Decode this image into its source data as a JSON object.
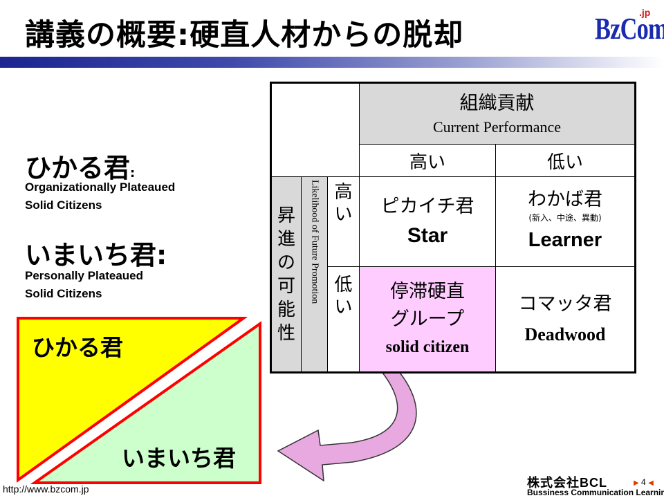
{
  "title": "講義の概要:硬直人材からの脱却",
  "logo": {
    "main": "BzCom",
    "suffix": ".jp"
  },
  "left": {
    "hikaru_title": "ひかる君",
    "hikaru_colon": ":",
    "hikaru_line1": "Organizationally Plateaued",
    "hikaru_line2": "Solid Citizens",
    "imaichi_title": "いまいち君:",
    "imaichi_line1": "Personally Plateaued",
    "imaichi_line2": "Solid Citizens"
  },
  "triangle": {
    "top_label": "ひかる君",
    "bottom_label": "いまいち君",
    "colors": {
      "top": "#ffff00",
      "bottom": "#ccffcc",
      "border": "#ff0000"
    }
  },
  "matrix": {
    "col_header_jp": "組織貢献",
    "col_header_en": "Current Performance",
    "col_high": "高い",
    "col_low": "低い",
    "row_header_jp": [
      "昇",
      "進",
      "の",
      "可",
      "能",
      "性"
    ],
    "row_header_en": "Likelihood of Future Promotion",
    "row_high": [
      "高",
      "い"
    ],
    "row_low": [
      "低",
      "い"
    ],
    "cells": {
      "hh_jp": "ピカイチ君",
      "hh_en": "Star",
      "hl_jp": "わかば君",
      "hl_note": "(新入、中途、異動)",
      "hl_en": "Learner",
      "lh_jp1": "停滞硬直",
      "lh_jp2": "グループ",
      "lh_en": "solid citizen",
      "ll_jp": "コマッタ君",
      "ll_en": "Deadwood"
    },
    "colors": {
      "header_bg": "#d9d9d9",
      "highlight_bg": "#ffccff"
    }
  },
  "footer": {
    "url": "http://www.bzcom.jp",
    "company": "株式会社BCL",
    "company_en": "Bussiness Communication Learning",
    "page": "4"
  }
}
